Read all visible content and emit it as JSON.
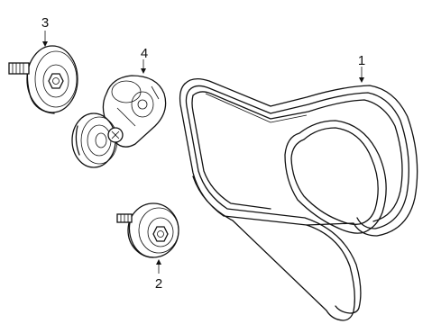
{
  "callouts": {
    "belt": "1",
    "idler_pulley": "2",
    "idler_pulley_upper": "3",
    "tensioner": "4"
  },
  "colors": {
    "ink": "#111111",
    "background": "#ffffff"
  }
}
